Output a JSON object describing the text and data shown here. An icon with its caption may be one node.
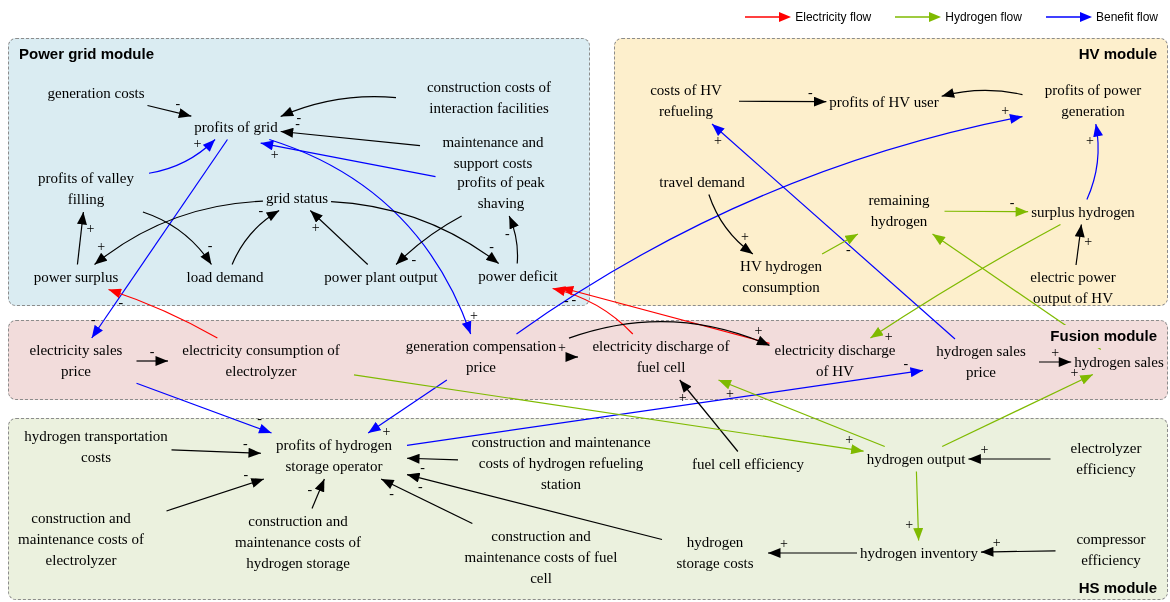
{
  "diagram": {
    "nodes": [
      {
        "text": [
          "Power grid module"
        ]
      },
      {
        "text": [
          "generation costs"
        ],
        "in": 0
      },
      {
        "text": [
          "profits of grid"
        ],
        "in": 0
      },
      {
        "text": [
          "construction costs of interaction facilities"
        ],
        "in": 0
      },
      {
        "text": [
          "maintenance and support costs"
        ],
        "in": 0
      },
      {
        "text": [
          "profits of valley filling"
        ],
        "in": 0
      },
      {
        "text": [
          "grid status"
        ],
        "in": 0
      },
      {
        "text": [
          "profits of peak shaving"
        ],
        "in": 0
      },
      {
        "text": [
          "power surplus"
        ],
        "in": 0
      },
      {
        "text": [
          "load demand"
        ],
        "in": 0
      },
      {
        "text": [
          "power plant output"
        ],
        "in": 0
      },
      {
        "text": [
          "power deficit"
        ],
        "in": 0
      },
      {
        "text": [
          "HV module"
        ]
      },
      {
        "text": [
          "costs of HV refueling"
        ],
        "in": 12
      },
      {
        "text": [
          "profits of HV user"
        ],
        "in": 12
      },
      {
        "text": [
          "profits of power generation"
        ],
        "in": 12
      },
      {
        "text": [
          "travel demand"
        ],
        "in": 12
      },
      {
        "text": [
          "remaining hydrogen"
        ],
        "in": 12
      },
      {
        "text": [
          "surplus hydrogen"
        ],
        "in": 12
      },
      {
        "text": [
          "HV hydrogen consumption"
        ],
        "in": 12
      },
      {
        "text": [
          "electric power output of HV"
        ],
        "in": 12
      },
      {
        "text": [
          "Fusion module"
        ]
      },
      {
        "text": [
          "electricity sales price"
        ],
        "in": 21
      },
      {
        "text": [
          "electricity consumption of electrolyzer"
        ],
        "in": 21
      },
      {
        "text": [
          "generation compensation price"
        ],
        "in": 21
      },
      {
        "text": [
          "electricity discharge of fuel cell"
        ],
        "in": 21
      },
      {
        "text": [
          "electricity discharge of HV"
        ],
        "in": 21
      },
      {
        "text": [
          "hydrogen sales price"
        ],
        "in": 21
      },
      {
        "text": [
          "hydrogen sales"
        ],
        "in": 21
      },
      {
        "text": [
          "HS module"
        ]
      },
      {
        "text": [
          "hydrogen transportation costs"
        ],
        "in": 29
      },
      {
        "text": [
          "profits of hydrogen storage operator"
        ],
        "in": 29
      },
      {
        "text": [
          "construction and maintenance costs of hydrogen refueling station"
        ],
        "in": 29
      },
      {
        "text": [
          "fuel cell efficiency"
        ],
        "in": 29
      },
      {
        "text": [
          "hydrogen output"
        ],
        "in": 29
      },
      {
        "text": [
          "electrolyzer efficiency"
        ],
        "in": 29
      },
      {
        "text": [
          "construction and maintenance costs of electrolyzer"
        ],
        "in": 29
      },
      {
        "text": [
          "construction and maintenance costs of hydrogen storage"
        ],
        "in": 29
      },
      {
        "text": [
          "construction and maintenance costs of fuel cell"
        ],
        "in": 29
      },
      {
        "text": [
          "hydrogen storage costs"
        ],
        "in": 29
      },
      {
        "text": [
          "hydrogen inventory"
        ],
        "in": 29
      },
      {
        "text": [
          "compressor efficiency"
        ],
        "in": 29
      }
    ],
    "edges": [
      {
        "from": 1,
        "to": 2,
        "arrow": "to",
        "label": "-"
      },
      {
        "from": 3,
        "to": 2,
        "arrow": "to",
        "label": "-"
      },
      {
        "from": 4,
        "to": 2,
        "arrow": "to",
        "label": "-"
      },
      {
        "from": 5,
        "to": 2,
        "arrow": "to",
        "label": "+",
        "color": "#0000ff"
      },
      {
        "from": 7,
        "to": 2,
        "arrow": "to",
        "label": "+",
        "color": "#0000ff"
      },
      {
        "from": 2,
        "to": 22,
        "arrow": "to",
        "label": "-",
        "color": "#0000ff"
      },
      {
        "from": 2,
        "to": 24,
        "arrow": "to",
        "label": "+",
        "color": "#0000ff"
      },
      {
        "from": 6,
        "to": 8,
        "arrow": "to",
        "label": "+"
      },
      {
        "from": 5,
        "to": 9,
        "arrow": "to",
        "label": "-"
      },
      {
        "from": 9,
        "to": 6,
        "arrow": "to",
        "label": "-"
      },
      {
        "from": 10,
        "to": 6,
        "arrow": "to",
        "label": "+"
      },
      {
        "from": 7,
        "to": 10,
        "arrow": "to",
        "label": "-"
      },
      {
        "from": 6,
        "to": 11,
        "arrow": "to",
        "label": "-"
      },
      {
        "from": 11,
        "to": 7,
        "arrow": "to",
        "label": "-"
      },
      {
        "from": 8,
        "to": 5,
        "arrow": "to",
        "label": "+"
      },
      {
        "from": 23,
        "to": 8,
        "arrow": "to",
        "label": "-",
        "color": "#ff0000"
      },
      {
        "from": 25,
        "to": 11,
        "arrow": "to",
        "label": "-",
        "color": "#ff0000"
      },
      {
        "from": 26,
        "to": 11,
        "arrow": "to",
        "label": "-",
        "color": "#ff0000"
      },
      {
        "from": 24,
        "to": 15,
        "arrow": "to",
        "label": "+",
        "color": "#0000ff"
      },
      {
        "from": 24,
        "to": 25,
        "arrow": "to",
        "label": "+"
      },
      {
        "from": 24,
        "to": 26,
        "arrow": "to",
        "label": "+"
      },
      {
        "from": 22,
        "to": 23,
        "arrow": "to",
        "label": "-"
      },
      {
        "from": 22,
        "to": 31,
        "arrow": "to",
        "label": "-",
        "color": "#0000ff"
      },
      {
        "from": 24,
        "to": 31,
        "arrow": "to",
        "label": "+",
        "color": "#0000ff"
      },
      {
        "from": 27,
        "to": 13,
        "arrow": "to",
        "label": "+",
        "color": "#0000ff"
      },
      {
        "from": 31,
        "to": 27,
        "arrow": "to",
        "label": "-",
        "color": "#0000ff"
      },
      {
        "from": 13,
        "to": 14,
        "arrow": "to",
        "label": "-"
      },
      {
        "from": 15,
        "to": 14,
        "arrow": "to"
      },
      {
        "from": 16,
        "to": 19,
        "arrow": "to",
        "label": "+"
      },
      {
        "from": 19,
        "to": 17,
        "arrow": "to",
        "label": "-",
        "color": "#7fba00"
      },
      {
        "from": 17,
        "to": 18,
        "arrow": "to",
        "label": "-",
        "color": "#7fba00"
      },
      {
        "from": 20,
        "to": 18,
        "arrow": "to",
        "label": "+"
      },
      {
        "from": 18,
        "to": 15,
        "arrow": "to",
        "label": "+",
        "color": "#0000ff"
      },
      {
        "from": 18,
        "to": 26,
        "arrow": "to",
        "label": "+",
        "color": "#7fba00"
      },
      {
        "from": 28,
        "to": 17,
        "arrow": "to",
        "color": "#7fba00"
      },
      {
        "from": 27,
        "to": 28,
        "arrow": "to",
        "label": "+"
      },
      {
        "from": 34,
        "to": 28,
        "arrow": "to",
        "label": "+",
        "color": "#7fba00"
      },
      {
        "from": 34,
        "to": 25,
        "arrow": "to",
        "label": "+",
        "color": "#7fba00"
      },
      {
        "from": 33,
        "to": 25,
        "arrow": "to",
        "label": "+"
      },
      {
        "from": 23,
        "to": 34,
        "arrow": "to",
        "label": "+",
        "color": "#7fba00"
      },
      {
        "from": 35,
        "to": 34,
        "arrow": "to",
        "label": "+"
      },
      {
        "from": 34,
        "to": 40,
        "arrow": "to",
        "label": "+",
        "color": "#7fba00"
      },
      {
        "from": 41,
        "to": 40,
        "arrow": "to",
        "label": "+"
      },
      {
        "from": 40,
        "to": 39,
        "arrow": "to",
        "label": "+"
      },
      {
        "from": 30,
        "to": 31,
        "arrow": "to",
        "label": "-"
      },
      {
        "from": 32,
        "to": 31,
        "arrow": "to",
        "label": "-"
      },
      {
        "from": 36,
        "to": 31,
        "arrow": "to",
        "label": "-"
      },
      {
        "from": 37,
        "to": 31,
        "arrow": "to",
        "label": "-"
      },
      {
        "from": 38,
        "to": 31,
        "arrow": "to",
        "label": "-"
      },
      {
        "from": 39,
        "to": 31,
        "arrow": "to",
        "label": "-"
      }
    ],
    "legend": [
      {
        "text": "Electricity flow",
        "color": "#ff0000"
      },
      {
        "text": "Hydrogen flow",
        "color": "#7fba00"
      },
      {
        "text": "Benefit flow",
        "color": "#0000ff"
      }
    ]
  }
}
